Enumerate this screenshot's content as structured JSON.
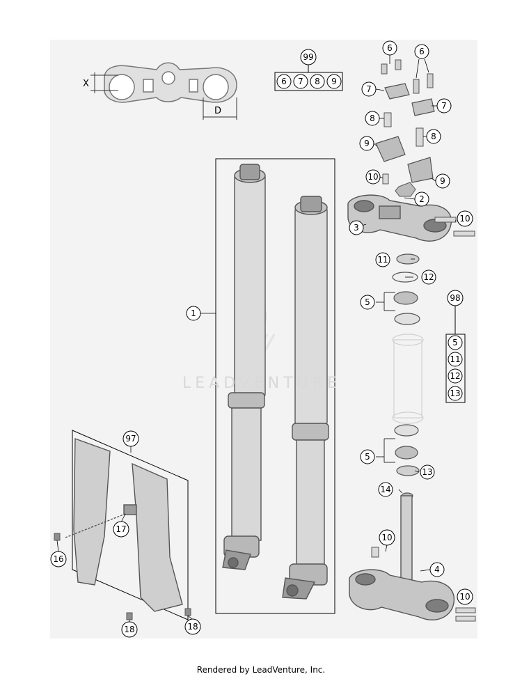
{
  "diagram": {
    "dimension_labels": {
      "x": "X",
      "d": "D"
    },
    "callouts": {
      "c1": "1",
      "c2": "2",
      "c3": "3",
      "c4": "4",
      "c5a": "5",
      "c5b": "5",
      "c6a": "6",
      "c6b": "6",
      "c7a": "7",
      "c7b": "7",
      "c8a": "8",
      "c8b": "8",
      "c9a": "9",
      "c9b": "9",
      "c10a": "10",
      "c10b": "10",
      "c10c": "10",
      "c10d": "10",
      "c11": "11",
      "c12": "12",
      "c13": "13",
      "c14": "14",
      "c16": "16",
      "c17": "17",
      "c18a": "18",
      "c18b": "18",
      "c97": "97",
      "c98": "98",
      "c99": "99"
    },
    "kit_99": [
      "6",
      "7",
      "8",
      "9"
    ],
    "kit_98": [
      "5",
      "11",
      "12",
      "13"
    ],
    "watermark": "LEADVENTURE"
  },
  "footer": {
    "text": "Rendered by LeadVenture, Inc."
  }
}
